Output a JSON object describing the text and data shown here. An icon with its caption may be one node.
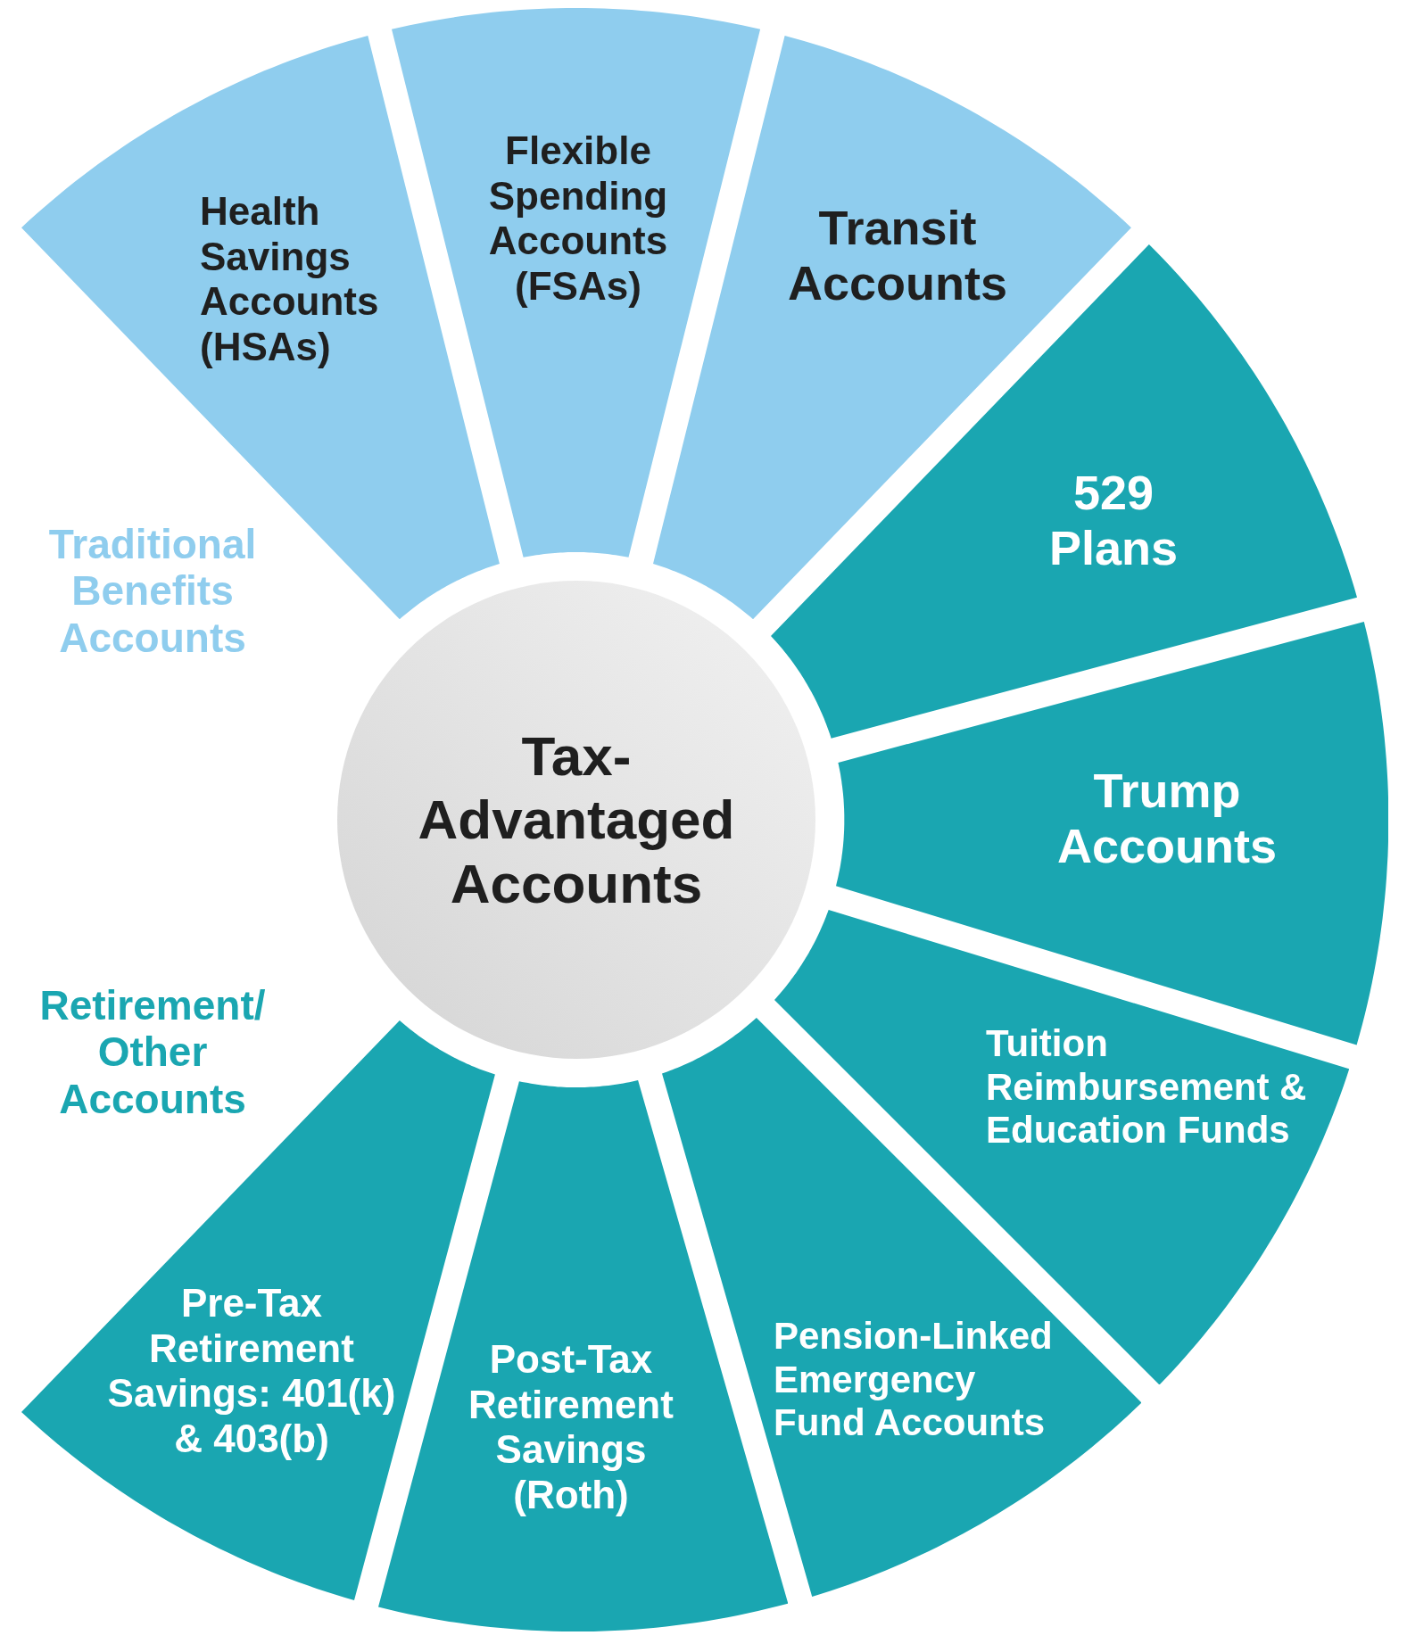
{
  "diagram": {
    "nodes": [
      {
        "text": [
          "Tax-Advantaged Accounts"
        ]
      },
      {
        "text": [
          "Health Savings Accounts (HSAs)"
        ]
      },
      {
        "text": [
          "Flexible Spending Accounts (FSAs)"
        ]
      },
      {
        "text": [
          "Transit Accounts"
        ]
      },
      {
        "text": [
          "529 Plans"
        ]
      },
      {
        "text": [
          "Trump Accounts"
        ]
      },
      {
        "text": [
          "Tuition Reimbursement & Education Funds"
        ]
      },
      {
        "text": [
          "Pension-Linked Emergency Fund Accounts"
        ]
      },
      {
        "text": [
          "Post-Tax Retirement Savings (Roth)"
        ]
      },
      {
        "text": [
          "Pre-Tax Retirement Savings: 401(k) & 403(b)"
        ]
      }
    ],
    "edges": [],
    "labels": [
      "Traditional Benefits Accounts",
      "Retirement/ Other Accounts"
    ]
  }
}
